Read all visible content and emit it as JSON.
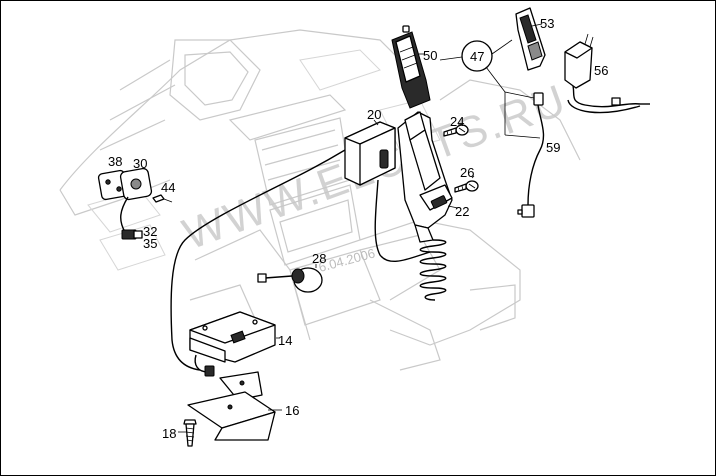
{
  "watermark": {
    "text": "WWW.ELCATS.RU",
    "date": "6.04.2006",
    "color": "#c8c8c8"
  },
  "callouts": {
    "p14": "14",
    "p16": "16",
    "p18": "18",
    "p20": "20",
    "p22": "22",
    "p24": "24",
    "p26": "26",
    "p28": "28",
    "p30": "30",
    "p32": "32",
    "p35": "35",
    "p38": "38",
    "p44": "44",
    "p47": "47",
    "p50": "50",
    "p53": "53",
    "p56": "56",
    "p59": "59"
  },
  "colors": {
    "line": "#000000",
    "background_ghost": "#c9c9c9",
    "background": "#ffffff"
  }
}
